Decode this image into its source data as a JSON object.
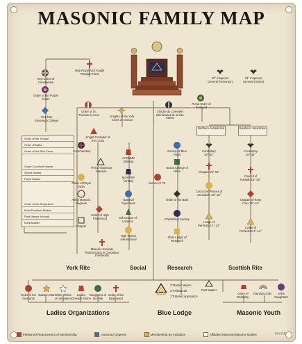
{
  "title": "MASONIC FAMILY MAP",
  "sections": {
    "york_rite": "York Rite",
    "social": "Social",
    "research": "Research",
    "scottish_rite": "Scottish Rite",
    "ladies": "Ladies Organizations",
    "blue_lodge": "Blue Lodge",
    "youth": "Masonic Youth"
  },
  "top": {
    "holy_royal_arch": "Holy Royal Arch Knight Templar Priest",
    "red_cross": "Red Cross of Constantine",
    "purple_cross": "Order of the Purple Cross",
    "york_grand_college": "York Rite Sovereign College",
    "st_thomas": "Order of St. Thomas of Acon",
    "knights_york_cross": "Knights of the York Cross of Honour",
    "ordre_chevalier": "L'Ordre du Chevalier Bienfaisant de la Cite Sainte",
    "royal_order_scotland": "Royal Order of Scotland",
    "sgig_33_honorary": "33° Inspector General (Honorary)",
    "sgig_33_active": "33° Inspector General (Active)"
  },
  "york_stack": [
    "Order of the Temple",
    "Order of Malta",
    "Order of the Red Cross",
    "Super Excellent Master",
    "Select Master",
    "Royal Master",
    "Order of the Royal Arch",
    "Most Excellent Master",
    "Past Master (Virtual)",
    "Mark Master"
  ],
  "middle": {
    "knights_crusader": "Knight Crusader of the Cross",
    "commandery": "Commandery",
    "thrice_illustrious": "Thrice Illustrious Masters",
    "order_royal_order": "Order of Royal Order",
    "passed_masters": "Allied Masonic Degrees",
    "order_high_priesthood": "Order of High Priesthood",
    "chapter": "Chapter",
    "rosicrucians": "Masonic Societas Rosicruciana in Civitatibus Foederatis",
    "shrine": "AAONMS (Shrine)",
    "grotto": "MOVPER (Grotto)",
    "tall_cedars": "Tall Cedars of Lebanon",
    "national_sojourners": "National Sojourners",
    "high_twelve": "High Twelve International",
    "society_blue_friars": "Society of Blue Friars",
    "grand_college_rites": "Grand College of Rites",
    "heroes_76": "Heroes of '76",
    "order_of_bath": "Order of the Bath",
    "philalethes": "Philalethes Society",
    "state_lodge_research": "State Lodge of Research",
    "northern_jurisdiction": "Northern Jurisdiction",
    "southern_jurisdiction": "Southern Jurisdiction",
    "consistory_n": "Consistory 19°-32°",
    "chapter_rose_croix_n": "Chapter 15°-18°",
    "council_princes": "Council of Princes of Jerusalem 16°-16°",
    "lodge_perfection_n": "Lodge of Perfection 4°-14°",
    "consistory_s": "Consistory 19°-32°",
    "council_kadosh": "Council of Kadosh 19°-30°",
    "chapter_rose_croix_s": "Chapter of Rose Croix 15°-18°",
    "lodge_perfection_s": "Lodge of Perfection 4°-14°"
  },
  "bottom": {
    "amaranth": "Order of the Amaranth",
    "eastern_star": "Eastern Star",
    "white_shrine": "White Shrine of Jerusalem",
    "ladies_oriental_shrine": "Ladies Oriental Shrine",
    "daughters_nile": "Daughters of the Nile",
    "ladies_assistant": "Order of the Beauceant",
    "master_mason": "3°Master Mason",
    "fellowcraft": "2°Fellowcraft",
    "entered_apprentice": "1°Entered Apprentice",
    "past_master": "Past Master",
    "demolay": "Order of DeMolay",
    "rainbow_girls": "Rainbow Girls",
    "jobs_daughters": "Job's Daughters"
  },
  "legend": [
    {
      "label": "Petitioned Requirement of Membership",
      "color": "#b3412f"
    },
    {
      "label": "Honorary Degrees",
      "color": "#3c6fa8"
    },
    {
      "label": "Membership By Invitation",
      "color": "#d9b24a"
    },
    {
      "label": "Affiliated Masonic/Masonic Bodies",
      "color": "#ffffff"
    }
  ],
  "footer_brand": "PAYON"
}
